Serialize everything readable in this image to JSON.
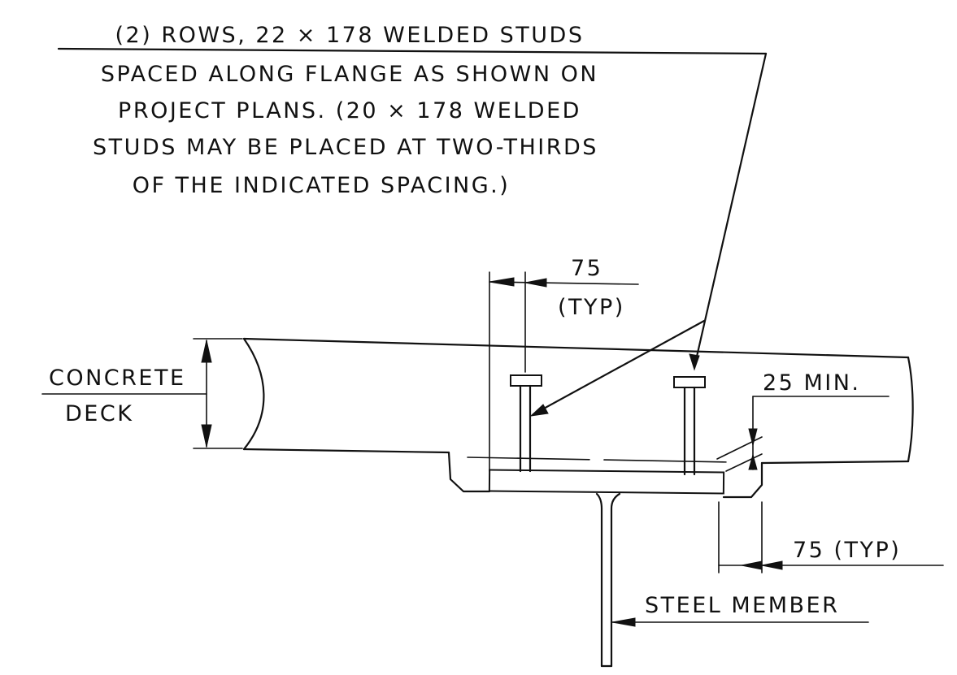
{
  "note": {
    "lines": [
      "(2) ROWS, 22 × 178 WELDED STUDS",
      "SPACED ALONG FLANGE AS SHOWN ON",
      "PROJECT PLANS.  (20 × 178 WELDED",
      "STUDS MAY BE PLACED AT TWO-THIRDS",
      "OF THE INDICATED SPACING.)"
    ]
  },
  "labels": {
    "concrete_deck_line1": "CONCRETE",
    "concrete_deck_line2": "DECK",
    "steel_member": "STEEL MEMBER"
  },
  "dimensions": {
    "stud_spacing_value": "75",
    "stud_spacing_note": "(TYP)",
    "cover_min": "25 MIN.",
    "edge_distance": "75  (TYP)"
  },
  "colors": {
    "ink": "#111111",
    "paper": "#ffffff"
  }
}
